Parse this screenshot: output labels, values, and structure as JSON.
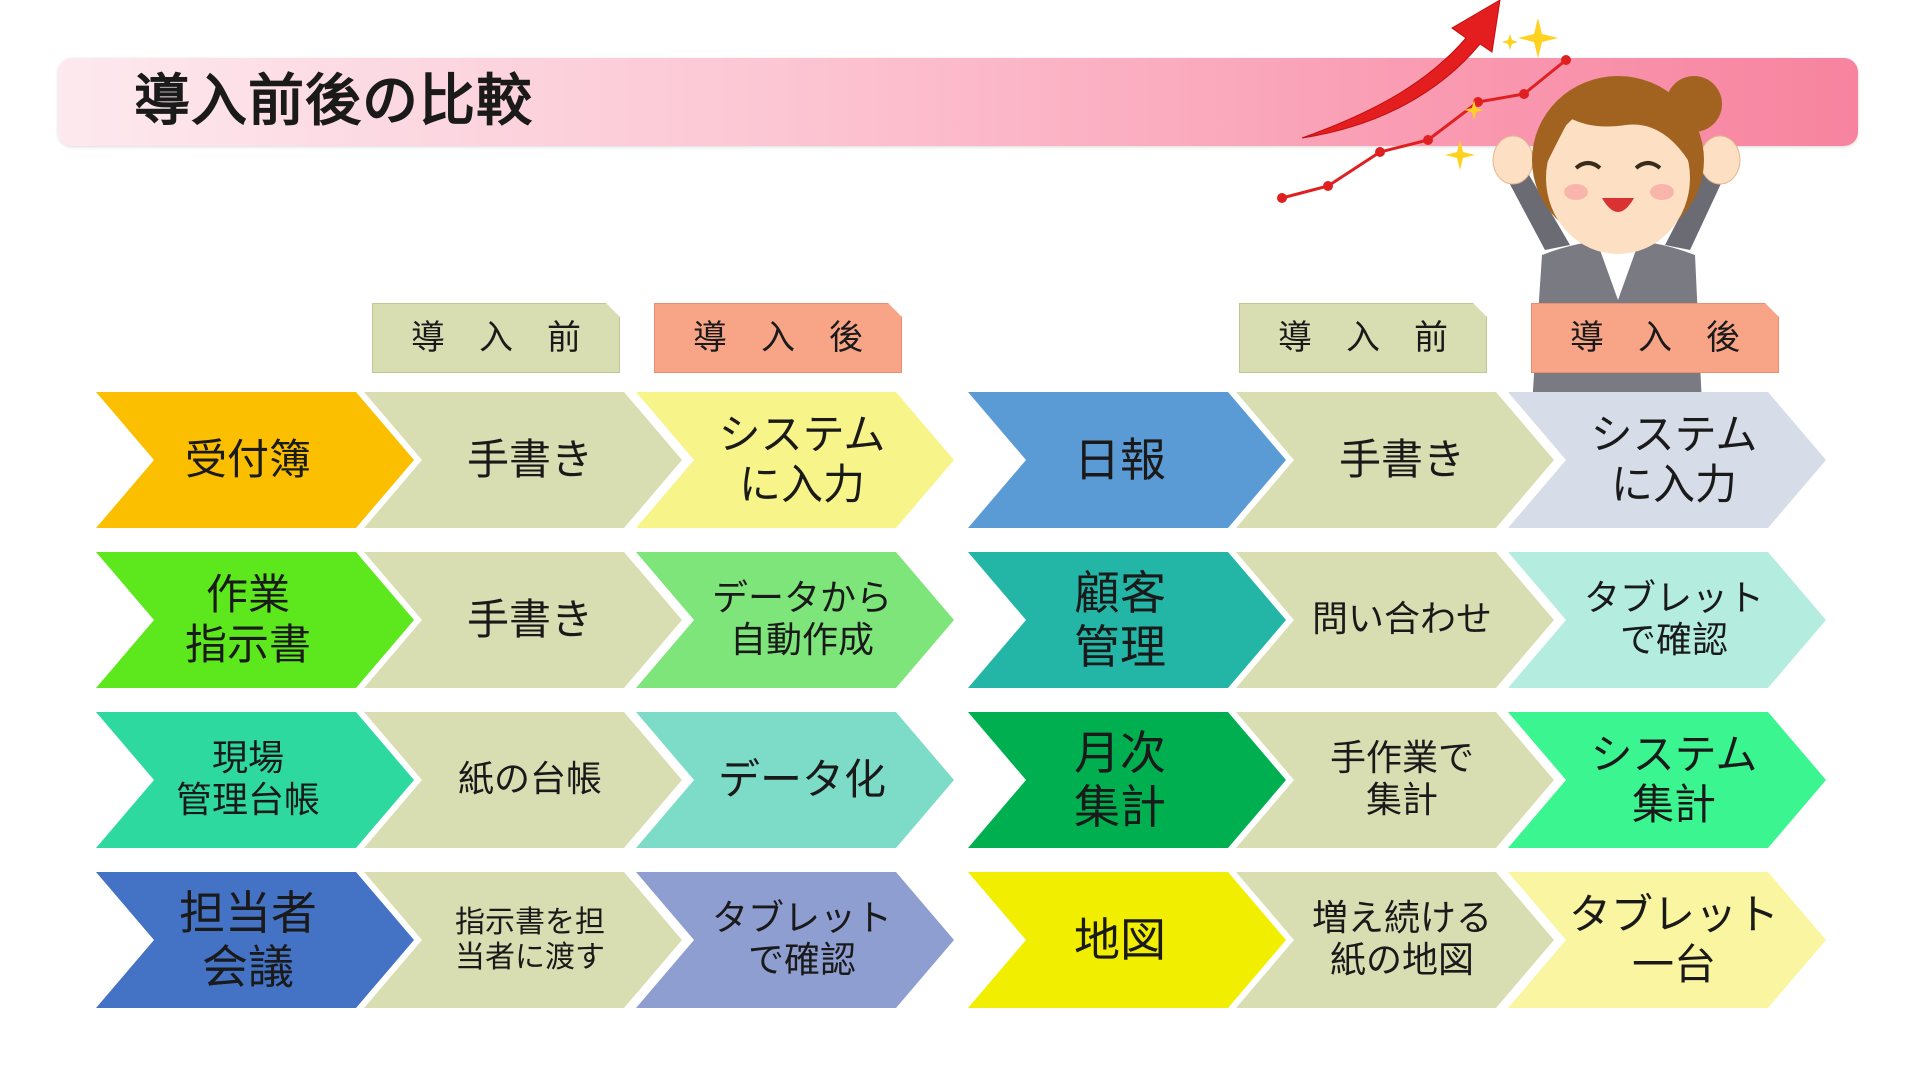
{
  "title": "導入前後の比較",
  "headers": {
    "before": "導入前",
    "after": "導入後"
  },
  "left": [
    {
      "item": [
        "受付簿"
      ],
      "before": [
        "手書き"
      ],
      "after": [
        "システム",
        "に入力"
      ]
    },
    {
      "item": [
        "作業",
        "指示書"
      ],
      "before": [
        "手書き"
      ],
      "after": [
        "データから",
        "自動作成"
      ]
    },
    {
      "item": [
        "現場",
        "管理台帳"
      ],
      "before": [
        "紙の台帳"
      ],
      "after": [
        "データ化"
      ]
    },
    {
      "item": [
        "担当者",
        "会議"
      ],
      "before": [
        "指示書を担",
        "当者に渡す"
      ],
      "after": [
        "タブレット",
        "で確認"
      ]
    }
  ],
  "right": [
    {
      "item": [
        "日報"
      ],
      "before": [
        "手書き"
      ],
      "after": [
        "システム",
        "に入力"
      ]
    },
    {
      "item": [
        "顧客",
        "管理"
      ],
      "before": [
        "問い合わせ"
      ],
      "after": [
        "タブレット",
        "で確認"
      ]
    },
    {
      "item": [
        "月次",
        "集計"
      ],
      "before": [
        "手作業で",
        "集計"
      ],
      "after": [
        "システム",
        "集計"
      ]
    },
    {
      "item": [
        "地図"
      ],
      "before": [
        "増え続ける",
        "紙の地図"
      ],
      "after": [
        "タブレット",
        "一台"
      ]
    }
  ],
  "colors": {
    "banner_start": "#fde9ef",
    "banner_end": "#f7839f",
    "before_fill": "#d9deb2",
    "header_after_fill": "#f7a487",
    "arrow_red": "#e02020",
    "left_items": [
      "#fbbf00",
      "#5ce81c",
      "#2ed9a0",
      "#4472c4"
    ],
    "left_after": [
      "#f7f48a",
      "#7ee57a",
      "#7ddcc8",
      "#8f9ed0"
    ],
    "right_items": [
      "#5b9bd5",
      "#23b5a5",
      "#00b050",
      "#f2ee00"
    ],
    "right_after": [
      "#d6dce8",
      "#b4ece0",
      "#3af590",
      "#f9f5a0"
    ]
  },
  "icons": {
    "illustration": "cheering-woman-icon",
    "growth": "rising-arrow-icon"
  }
}
